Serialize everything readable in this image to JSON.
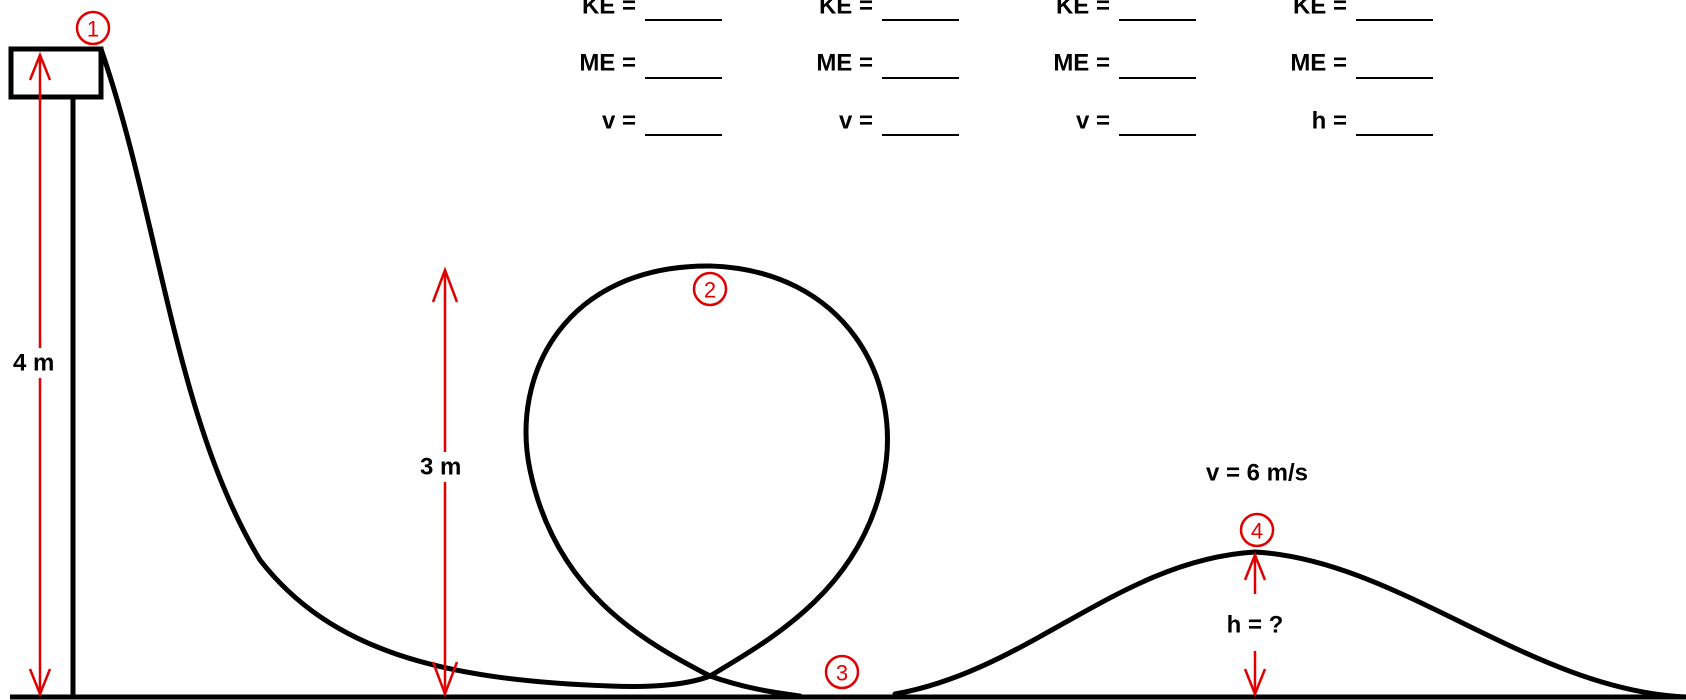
{
  "worksheet": {
    "columns": [
      {
        "ke": "KE = ",
        "me": "ME = ",
        "third": "v = "
      },
      {
        "ke": "KE = ",
        "me": "ME = ",
        "third": "v = "
      },
      {
        "ke": "KE = ",
        "me": "ME = ",
        "third": "v = "
      },
      {
        "ke": "KE = ",
        "me": "ME = ",
        "third": "h = "
      }
    ]
  },
  "diagram": {
    "points": [
      "1",
      "2",
      "3",
      "4"
    ],
    "heights": {
      "platform": "4 m",
      "loop": "3 m",
      "hill": "h = ?"
    },
    "hill_speed": "v = 6 m/s"
  },
  "colors": {
    "track": "#000000",
    "annotation": "#e00000"
  }
}
